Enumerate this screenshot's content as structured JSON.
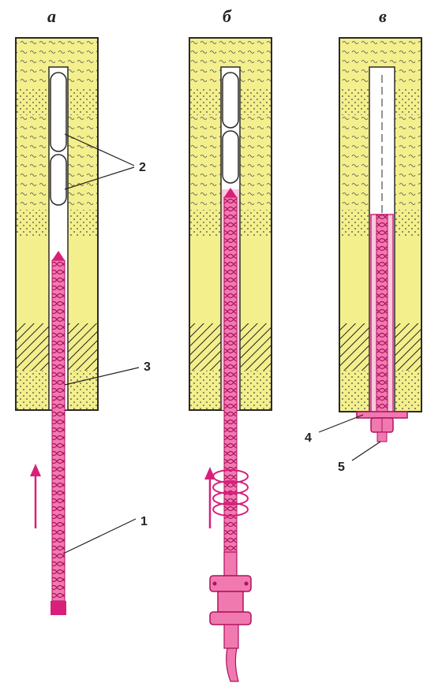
{
  "panels": [
    {
      "id": "a",
      "label": "а"
    },
    {
      "id": "b",
      "label": "б"
    },
    {
      "id": "c",
      "label": "в"
    }
  ],
  "callouts": {
    "one": "1",
    "two": "2",
    "three": "3",
    "four": "4",
    "five": "5"
  },
  "colors": {
    "rock": "#f3ef8c",
    "rock_dark": "#d9d25a",
    "outline": "#2a2a2a",
    "rebar": "#d8207a",
    "rebar_fill": "#f07ab0",
    "hole": "#ffffff"
  },
  "icons": {
    "arrow_up": "arrow-up-icon",
    "coil": "coil-icon",
    "nut": "nut-icon"
  }
}
